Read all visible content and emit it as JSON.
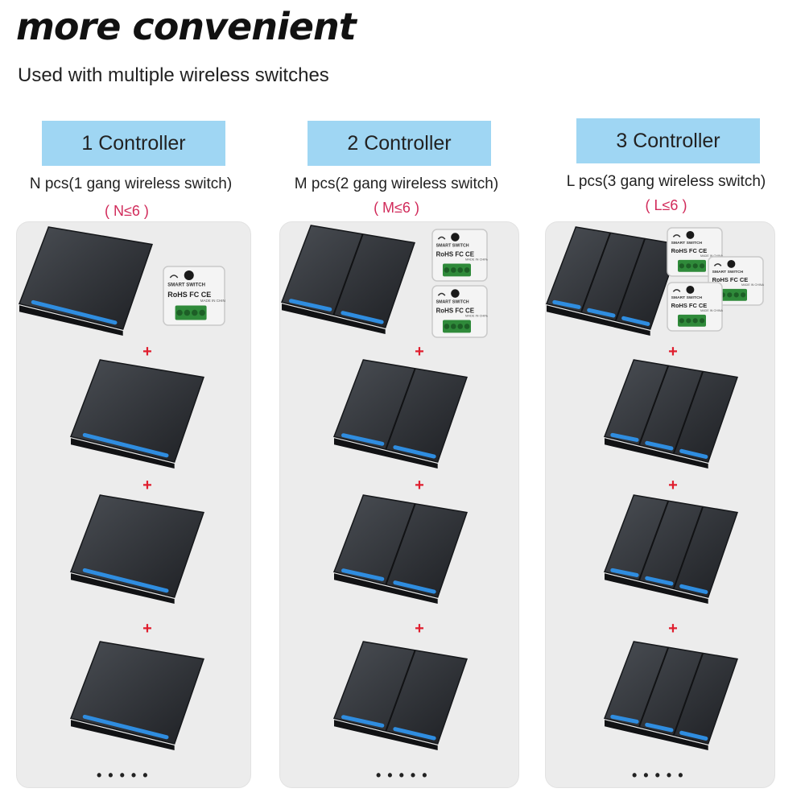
{
  "headline": "more convenient",
  "subline": "Used with multiple wireless switches",
  "colors": {
    "badge": "#9fd6f3",
    "limit_text": "#d12a5a",
    "plus": "#e01e2e",
    "panel": "#ececec",
    "switch_body": "#2a2d31",
    "led": "#2f8de0"
  },
  "columns": [
    {
      "badge": "1 Controller",
      "desc": "N pcs(1 gang wireless switch)",
      "limit": "( N≤6 )",
      "gangs": 1,
      "modules": 1,
      "plus": [
        "+",
        "+",
        "+"
      ],
      "more": "•••••"
    },
    {
      "badge": "2 Controller",
      "desc": "M pcs(2 gang wireless switch)",
      "limit": "( M≤6 )",
      "gangs": 2,
      "modules": 2,
      "plus": [
        "+",
        "+",
        "+"
      ],
      "more": "•••••"
    },
    {
      "badge": "3 Controller",
      "desc": "L pcs(3 gang wireless switch)",
      "limit": "( L≤6 )",
      "gangs": 3,
      "modules": 3,
      "plus": [
        "+",
        "+",
        "+"
      ],
      "more": "•••••"
    }
  ],
  "module_label": {
    "brand": "SMART SWITCH",
    "marks": "RoHS FC CE",
    "made_in": "MADE IN CHINA"
  }
}
